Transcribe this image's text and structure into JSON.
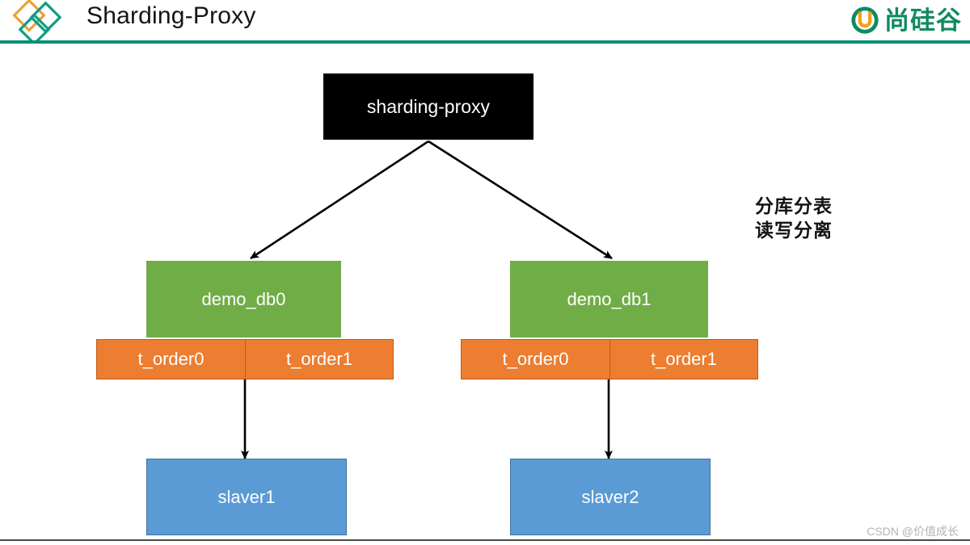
{
  "header": {
    "title": "Sharding-Proxy",
    "left_logo_name": "diamonds-logo",
    "brand_text": "尚硅谷",
    "brand_color": "#0f8a62",
    "rule_color": "#0a8f76"
  },
  "diagram": {
    "proxy": {
      "label": "sharding-proxy",
      "color": "#000000",
      "text_color": "#ffffff"
    },
    "databases": [
      {
        "label": "demo_db0",
        "color": "#70ad47",
        "tables": [
          "t_order0",
          "t_order1"
        ],
        "table_color": "#ed7d31",
        "slave": "slaver1",
        "slave_color": "#5b9bd5"
      },
      {
        "label": "demo_db1",
        "color": "#70ad47",
        "tables": [
          "t_order0",
          "t_order1"
        ],
        "table_color": "#ed7d31",
        "slave": "slaver2",
        "slave_color": "#5b9bd5"
      }
    ],
    "annotation": {
      "line1": "分库分表",
      "line2": "读写分离"
    }
  },
  "watermark": "CSDN @价值成长"
}
